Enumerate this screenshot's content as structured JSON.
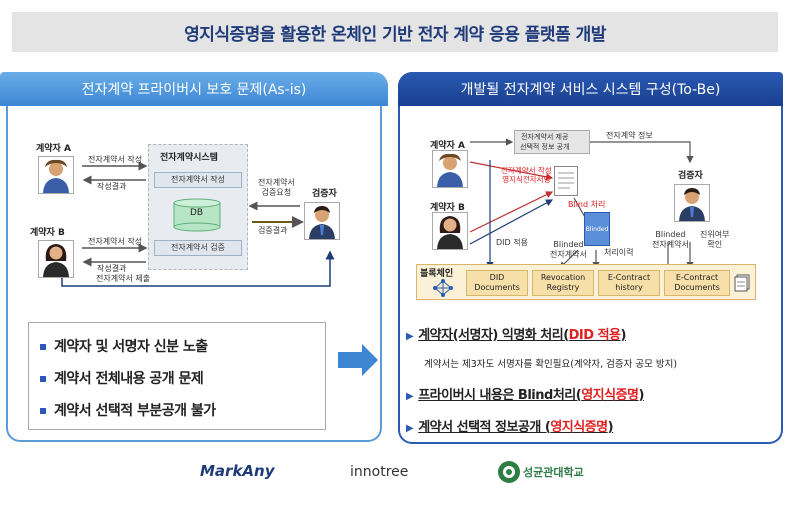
{
  "title": "영지식증명을 활용한 온체인 기반 전자 계약 응용 플랫폼 개발",
  "left": {
    "header": "전자계약 프라이버시 보호 문제(As-is)",
    "party_a": "계약자 A",
    "party_b": "계약자 B",
    "system_title": "전자계약시스템",
    "sys_create": "전자계약서 작성",
    "sys_db": "DB",
    "sys_verify": "전자계약서 검증",
    "a_write": "전자계약서 작성",
    "a_result": "작성결과",
    "b_write": "전자계약서 작성",
    "b_result": "작성결과",
    "verify_request": "전자계약서\n검증요청",
    "verify_result": "검증결과",
    "verifier": "검증자",
    "submit": "전자계약서 제출",
    "bullets": [
      "계약자 및 서명자 신분 노출",
      "계약서 전체내용 공개 문제",
      "계약서 선택적 부분공개 불가"
    ]
  },
  "right": {
    "header": "개발될 전자계약 서비스 시스템 구성(To-Be)",
    "party_a": "계약자 A",
    "party_b": "계약자 B",
    "selective_box": "전자계약서 제공\n선택적 정보 공개",
    "contract_info": "전자계약 정보",
    "zk_red": "전자계약서 작성\n영지식전자서명",
    "blind_red": "Blind 처리",
    "blinded_doc": "Blinded",
    "did_apply": "DID 적용",
    "blinded_contract": "Blinded\n전자계약서",
    "process_history": "처리이력",
    "blinded_contract2": "Blinded\n전자계약서",
    "authenticity": "진위여부\n확인",
    "verifier": "검증자",
    "blockchain": "블록체인",
    "chain_cells": [
      "DID\nDocuments",
      "Revocation\nRegistry",
      "E-Contract\nhistory",
      "E-Contract\nDocuments"
    ],
    "bullet1_pre": "계약자(서명자) 익명화 처리(",
    "bullet1_red": "DID 적용",
    "bullet1_post": ")",
    "bullet1_sub": "계약서는 제3자도 서명자를 확인필요(계약자, 검증자 공모 방지)",
    "bullet2_pre": "프라이버시 내용은 Blind처리(",
    "bullet2_red": "영지식증명",
    "bullet2_post": ")",
    "bullet3_pre": "계약서 선택적 정보공개 (",
    "bullet3_red": "영지식증명",
    "bullet3_post": ")"
  },
  "logos": {
    "markany": "MarkAny",
    "innotree": "innotree",
    "skku": "성균관대학교"
  },
  "colors": {
    "title": "#1f3b7a",
    "accent_blue": "#2a5ab3",
    "red": "#e02020",
    "chain": "#f6dfa9"
  }
}
